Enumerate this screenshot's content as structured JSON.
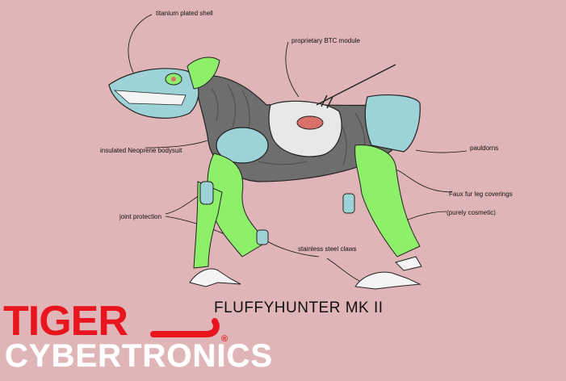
{
  "title": "FLUFFYHUNTER MK II",
  "labels": {
    "shell": "titanium plated shell",
    "btc": "proprietary BTC module",
    "neoprene": "insulated Neoprene bodysuit",
    "pauldrons": "pauldorns",
    "fur": "Faux fur leg coverings",
    "cosmetic": "(purely cosmetic)",
    "joint": "joint protection",
    "claws": "stainless steel claws"
  },
  "logo": {
    "line1": "TIGER",
    "line2": "CYBERTRONICS",
    "registered": "®"
  },
  "colors": {
    "background": "#e0b5b7",
    "fur": "#8ef06a",
    "shell": "#9dd3d6",
    "bodysuit": "#6e6e6e",
    "logo_red": "#e8141e",
    "logo_white": "#ffffff"
  }
}
